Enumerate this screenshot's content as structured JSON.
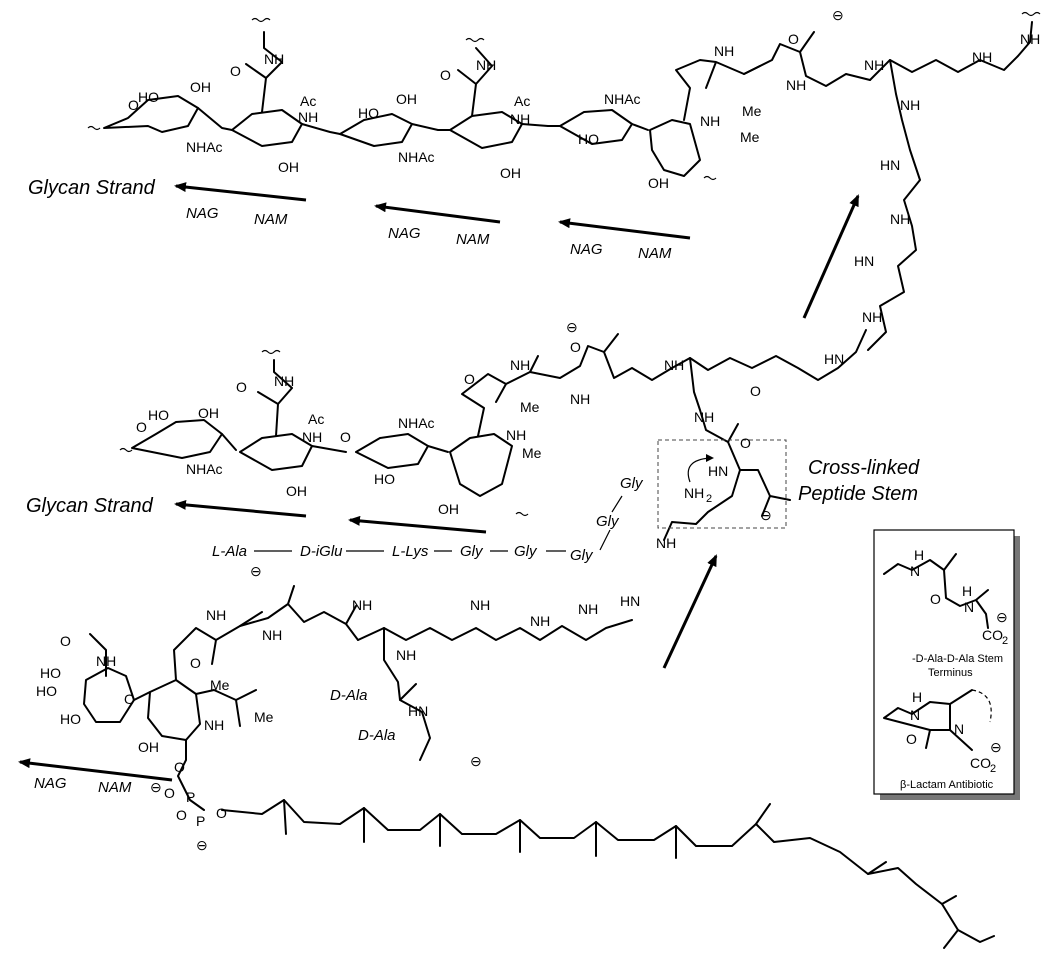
{
  "diagram": {
    "glycan_strand_label": "Glycan Strand",
    "crosslink_label_line1": "Cross-linked",
    "crosslink_label_line2": "Peptide Stem",
    "nag": "NAG",
    "nam": "NAM",
    "peptide_sequence": [
      "L-Ala",
      "D-iGlu",
      "L-Lys",
      "Gly",
      "Gly",
      "Gly"
    ],
    "gly_stack": [
      "Gly",
      "Gly",
      "Gly"
    ],
    "d_ala_1": "D-Ala",
    "d_ala_2": "D-Ala",
    "atoms": {
      "oh": "OH",
      "ho": "HO",
      "nhac": "NHAc",
      "ac": "Ac",
      "nh": "NH",
      "hn": "HN",
      "me": "Me",
      "o": "O",
      "p": "P",
      "nh2": "NH",
      "nh2_sub": "2",
      "h": "H",
      "n": "N"
    },
    "charge": "⊖",
    "inset": {
      "stem_line1": "-D-Ala-D-Ala Stem",
      "stem_line2": "Terminus",
      "co2": "CO",
      "co2_sub": "2",
      "beta_lactam": "β-Lactam Antibiotic"
    }
  }
}
